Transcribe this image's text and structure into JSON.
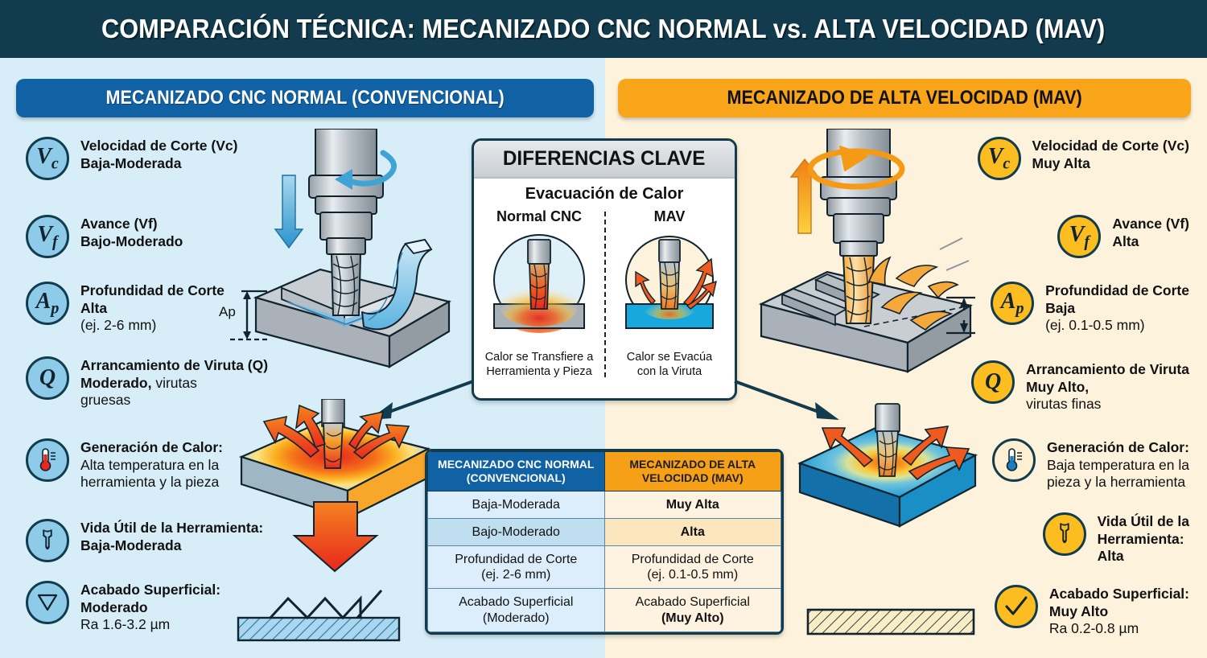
{
  "title": "COMPARACIÓN TÉCNICA: MECANIZADO CNC NORMAL vs. ALTA VELOCIDAD (MAV)",
  "banners": {
    "left": "MECANIZADO CNC NORMAL (CONVENCIONAL)",
    "right": "MECANIZADO DE ALTA VELOCIDAD (MAV)"
  },
  "left_specs": [
    {
      "icon": "vc-badge-icon",
      "glyph": "V",
      "sub": "c",
      "line1": "Velocidad de Corte (Vc)",
      "line2": "Baja-Moderada",
      "line3": ""
    },
    {
      "icon": "vf-badge-icon",
      "glyph": "V",
      "sub": "f",
      "line1": "Avance (Vf)",
      "line2": "Bajo-Moderado",
      "line3": ""
    },
    {
      "icon": "ap-badge-icon",
      "glyph": "A",
      "sub": "p",
      "line1": "Profundidad de Corte",
      "line2": "Alta",
      "line3": "(ej. 2-6 mm)"
    },
    {
      "icon": "q-badge-icon",
      "glyph": "Q",
      "sub": "",
      "line1": "Arrancamiento de Viruta (Q)",
      "line2": "Moderado,",
      "line2b": " virutas",
      "line3": "gruesas"
    },
    {
      "icon": "thermometer-icon",
      "glyph": "",
      "sub": "",
      "line1": "Generación de Calor:",
      "line2": "",
      "line2n": "Alta temperatura en la",
      "line3": "herramienta y la pieza"
    },
    {
      "icon": "wrench-icon",
      "glyph": "",
      "sub": "",
      "line1": "Vida Útil de la Herramienta:",
      "line2": "Baja-Moderada",
      "line3": ""
    },
    {
      "icon": "surface-finish-icon",
      "glyph": "",
      "sub": "",
      "line1": "Acabado Superficial:",
      "line2": "Moderado",
      "line3": "Ra 1.6-3.2 µm"
    }
  ],
  "right_specs": [
    {
      "icon": "vc-badge-icon",
      "glyph": "V",
      "sub": "c",
      "line1": "Velocidad de Corte (Vc)",
      "line2": "Muy Alta",
      "line3": ""
    },
    {
      "icon": "vf-badge-icon",
      "glyph": "V",
      "sub": "f",
      "line1": "Avance (Vf)",
      "line2": "Alta",
      "line3": ""
    },
    {
      "icon": "ap-badge-icon",
      "glyph": "A",
      "sub": "p",
      "line1": "Profundidad de Corte",
      "line2": "Baja",
      "line3": "(ej. 0.1-0.5 mm)"
    },
    {
      "icon": "q-badge-icon",
      "glyph": "Q",
      "sub": "",
      "line1": "Arrancamiento de Viruta",
      "line2": "Muy Alto,",
      "line3": "virutas finas"
    },
    {
      "icon": "thermometer-icon",
      "glyph": "",
      "sub": "",
      "line1": "Generación de Calor:",
      "line2": "",
      "line2n": "Baja temperatura en la",
      "line3": "pieza y la herramienta"
    },
    {
      "icon": "wrench-icon",
      "glyph": "",
      "sub": "",
      "line1": "Vida Útil de la",
      "line2": "Herramienta:",
      "line3": "Alta"
    },
    {
      "icon": "check-icon",
      "glyph": "",
      "sub": "",
      "line1": "Acabado Superficial:",
      "line2": "Muy Alto",
      "line3": "Ra 0.2-0.8 µm"
    }
  ],
  "key_panel": {
    "header": "DIFERENCIAS CLAVE",
    "subtitle": "Evacuación de Calor",
    "left_title": "Normal CNC",
    "right_title": "MAV",
    "left_caption_1": "Calor se Transfiere a",
    "left_caption_2": "Herramienta y Pieza",
    "right_caption_1": "Calor se Evacúa",
    "right_caption_2": "con la Viruta"
  },
  "diagram_labels": {
    "ap_left": "Ap"
  },
  "comparison_table": {
    "headers": [
      "MECANIZADO CNC NORMAL (CONVENCIONAL)",
      "MECANIZADO DE ALTA VELOCIDAD (MAV)"
    ],
    "rows": [
      {
        "left": "Baja-Moderada",
        "right": "Muy Alta",
        "right_bold": true,
        "shade": "a"
      },
      {
        "left": "Bajo-Moderado",
        "right": "Alta",
        "right_bold": true,
        "shade": "b"
      },
      {
        "left": "Profundidad de Corte",
        "left2": "(ej. 2-6 mm)",
        "right": "Profundidad de Corte",
        "right2": "(ej. 0.1-0.5 mm)",
        "right_bold": false,
        "shade": "a"
      },
      {
        "left": "Acabado Superficial",
        "left2": "(Moderado)",
        "right": "Acabado Superficial",
        "right2": "(Muy Alto)",
        "right2_bold": true,
        "right_bold": false,
        "shade": "a"
      }
    ]
  },
  "colors": {
    "title_bg": "#123c4d",
    "left_bg": "#d7eef8",
    "right_bg": "#fdf3dc",
    "blue_accent": "#1162a4",
    "orange_accent": "#f9a51a",
    "badge_blue": "#8ecbe8",
    "badge_yellow": "#fbbd20",
    "outline": "#123c4d",
    "heat_hot": "#e8281e",
    "heat_mid": "#f58220",
    "cool_blue": "#1a9ad6"
  }
}
